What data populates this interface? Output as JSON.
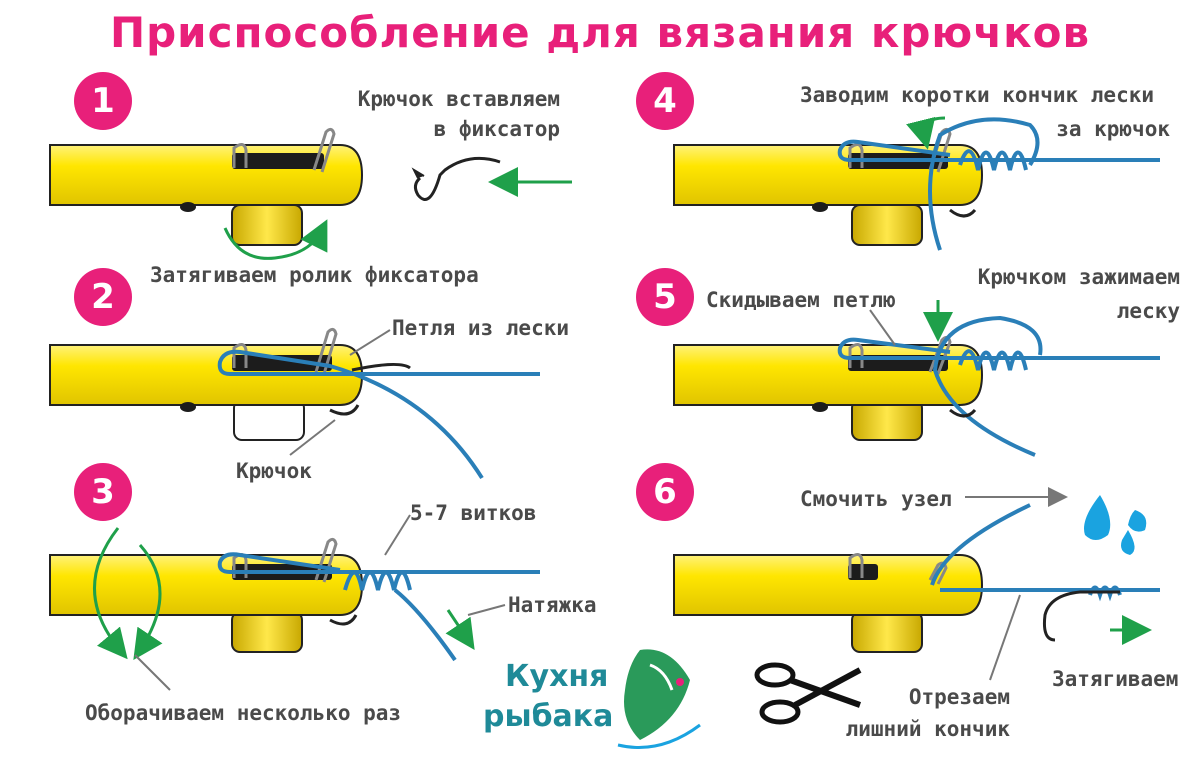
{
  "title": "Приспособление для вязания крючков",
  "steps": [
    {
      "num": "1",
      "label_a": "Крючок вставляем",
      "label_b": "в фиксатор",
      "label_c": "Затягиваем ролик фиксатора"
    },
    {
      "num": "2",
      "label_a": "Петля из лески",
      "label_b": "Крючок"
    },
    {
      "num": "3",
      "label_a": "5-7 витков",
      "label_b": "Натяжка",
      "label_c": "Оборачиваем несколько раз"
    },
    {
      "num": "4",
      "label_a": "Заводим коротки кончик лески",
      "label_b": "за крючок"
    },
    {
      "num": "5",
      "label_a": "Скидываем петлю",
      "label_b": "Крючком зажимаем",
      "label_c": "леску"
    },
    {
      "num": "6",
      "label_a": "Смочить узел",
      "label_b": "Отрезаем",
      "label_c": "лишний кончик",
      "label_d": "Затягиваем"
    }
  ],
  "logo": {
    "line1": "Кухня",
    "line2": "рыбака"
  },
  "colors": {
    "accent": "#e8207a",
    "tool": "#ffe600",
    "line": "#2a7fb8",
    "arrow": "#1fa04a",
    "text": "#4a4a4a",
    "water": "#1aa3e0"
  },
  "icons": [
    "hook-icon",
    "arrow-icon",
    "scissors-icon",
    "water-drops-icon",
    "fish-logo-icon"
  ]
}
